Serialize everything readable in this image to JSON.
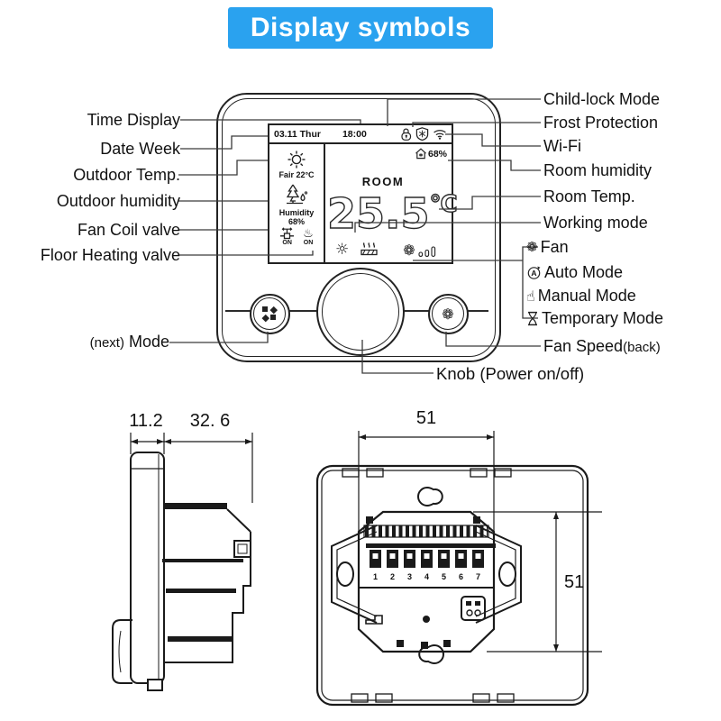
{
  "banner": {
    "title": "Display symbols",
    "bg": "#2AA2EF",
    "fg": "#ffffff"
  },
  "display": {
    "date": "03.11 Thur",
    "time": "18:00",
    "outdoor_weather": "Fair 22°C",
    "humidity_label": "Humidity",
    "humidity_value": "68%",
    "fan_coil_state": "ON",
    "floor_heat_state": "ON",
    "room_label": "ROOM",
    "room_humidity": "68%",
    "temp": "25.5",
    "temp_unit": "°C"
  },
  "callouts": {
    "left": [
      "Time Display",
      "Date Week",
      "Outdoor Temp.",
      "Outdoor humidity",
      "Fan Coil valve",
      "Floor Heating valve"
    ],
    "right": [
      "Child-lock Mode",
      "Frost Protection",
      "Wi-Fi",
      "Room humidity",
      "Room Temp.",
      "Working mode"
    ],
    "modes": [
      {
        "label": "Fan"
      },
      {
        "label": "Auto Mode"
      },
      {
        "label": "Manual Mode"
      },
      {
        "label": "Temporary Mode"
      }
    ],
    "next_mode_prefix": "(next)",
    "next_mode": "Mode",
    "fan_speed": "Fan Speed",
    "fan_speed_suffix": "(back)",
    "knob": "Knob (Power on/off)"
  },
  "glyphs": {
    "fan": "❁",
    "hand": "☝",
    "sun": "☼",
    "springs": "♨"
  },
  "dimensions": {
    "side_width": "11.2",
    "side_depth": "32. 6",
    "back_width": "51",
    "back_height": "51"
  },
  "terminals": [
    "1",
    "2",
    "3",
    "4",
    "5",
    "6",
    "7"
  ]
}
